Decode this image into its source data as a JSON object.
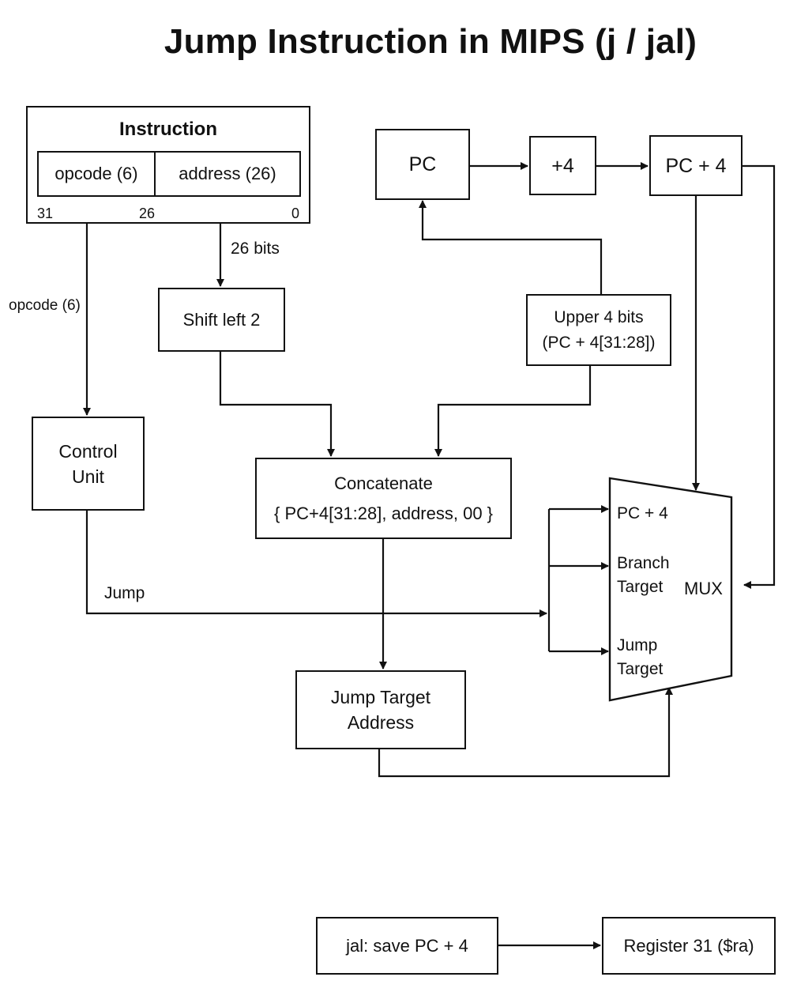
{
  "title": "Jump Instruction in MIPS (j / jal)",
  "instruction": {
    "heading": "Instruction",
    "opcode_field": "opcode (6)",
    "address_field": "address (26)",
    "bit_31": "31",
    "bit_26": "26",
    "bit_0": "0"
  },
  "labels": {
    "bits_26": "26 bits",
    "opcode_wire": "opcode (6)",
    "jump_signal": "Jump"
  },
  "blocks": {
    "shift_left": "Shift left 2",
    "control_unit_line1": "Control",
    "control_unit_line2": "Unit",
    "pc": "PC",
    "plus4": "+4",
    "pc_plus4": "PC + 4",
    "upper_bits_line1": "Upper 4 bits",
    "upper_bits_line2": "(PC + 4[31:28])",
    "concat_line1": "Concatenate",
    "concat_line2": "{ PC+4[31:28], address, 00 }",
    "jump_target_line1": "Jump Target",
    "jump_target_line2": "Address",
    "jal_save": "jal: save PC + 4",
    "register31": "Register 31 ($ra)"
  },
  "mux": {
    "label": "MUX",
    "input_pc4": "PC + 4",
    "input_branch_line1": "Branch",
    "input_branch_line2": "Target",
    "input_jump_line1": "Jump",
    "input_jump_line2": "Target"
  }
}
